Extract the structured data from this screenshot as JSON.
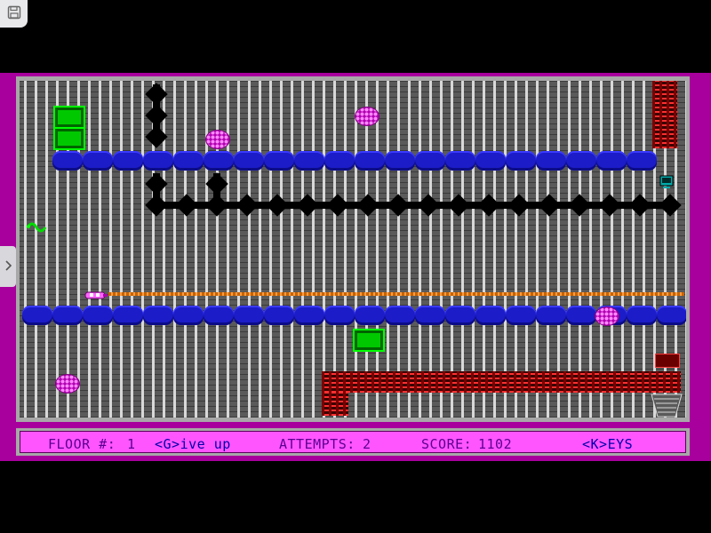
{
  "app": {
    "save_icon": "floppy-disk-icon",
    "side_panel_icon": "chevron-right-icon"
  },
  "status": {
    "floor_label": "FLOOR #:",
    "floor_value": "1",
    "give_up": "<G>ive up",
    "attempts_label": "ATTEMPTS:",
    "attempts_value": "2",
    "score_label": "SCORE:",
    "score_value": "1102",
    "keys": "<K>EYS"
  },
  "colors": {
    "frame": "#a8009c",
    "status_bg": "#ff55ff",
    "status_text": "#0000aa",
    "conveyor": "#1c1cc8",
    "block": "#00c800",
    "disc": "#ff44ff"
  }
}
